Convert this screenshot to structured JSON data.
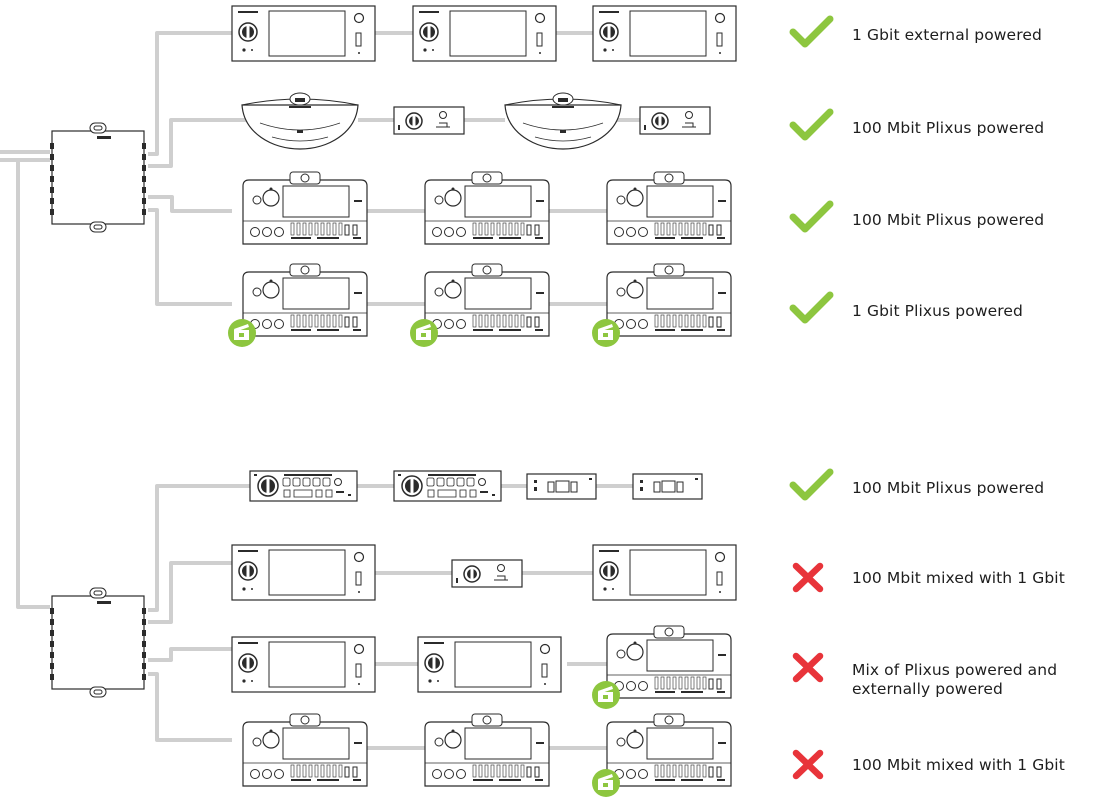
{
  "colors": {
    "ok": "#8dc63f",
    "error": "#e8343a",
    "cable": "#cfcfcf",
    "device_stroke": "#2b2b2b",
    "device_fill": "#ffffff",
    "camera_badge": "#8dc63f"
  },
  "switches": [
    {
      "id": "switch-top",
      "icon": "network-switch-icon"
    },
    {
      "id": "switch-bottom",
      "icon": "network-switch-icon"
    }
  ],
  "rows": [
    {
      "status": "ok",
      "status_icon": "checkmark-icon",
      "label": "1 Gbit external powered",
      "devices": [
        "touch-panel",
        "touch-panel",
        "touch-panel"
      ]
    },
    {
      "status": "ok",
      "status_icon": "checkmark-icon",
      "label": "100 Mbit Plixus powered",
      "devices": [
        "chairman-unit",
        "small-unit",
        "chairman-unit",
        "small-unit"
      ]
    },
    {
      "status": "ok",
      "status_icon": "checkmark-icon",
      "label": "100 Mbit Plixus powered",
      "devices": [
        "multimedia-unit",
        "multimedia-unit",
        "multimedia-unit"
      ]
    },
    {
      "status": "ok",
      "status_icon": "checkmark-icon",
      "label": "1 Gbit Plixus powered",
      "devices": [
        "multimedia-unit-cam",
        "multimedia-unit-cam",
        "multimedia-unit-cam"
      ]
    },
    {
      "status": "ok",
      "status_icon": "checkmark-icon",
      "label": "100 Mbit Plixus powered",
      "devices": [
        "flush-unit",
        "flush-unit",
        "small-flush-unit",
        "small-flush-unit"
      ]
    },
    {
      "status": "error",
      "status_icon": "cross-icon",
      "label": "100 Mbit mixed with 1 Gbit",
      "devices": [
        "touch-panel",
        "small-unit",
        "touch-panel"
      ]
    },
    {
      "status": "error",
      "status_icon": "cross-icon",
      "label": "Mix of Plixus powered and externally powered",
      "devices": [
        "touch-panel",
        "touch-panel",
        "multimedia-unit-cam"
      ]
    },
    {
      "status": "error",
      "status_icon": "cross-icon",
      "label": "100 Mbit mixed with 1 Gbit",
      "devices": [
        "multimedia-unit",
        "multimedia-unit",
        "multimedia-unit-cam"
      ]
    }
  ]
}
